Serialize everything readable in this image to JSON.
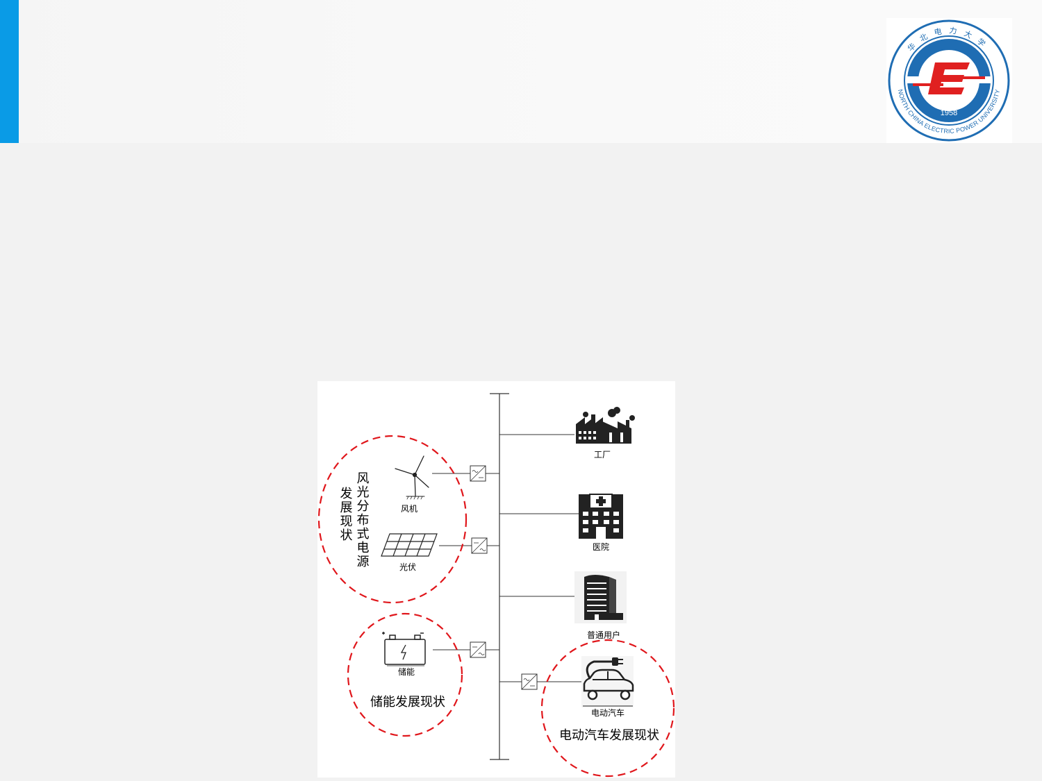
{
  "header": {
    "accent_color": "#0a9be6",
    "logo": {
      "arc_text": "华北电力大学",
      "english_text": "NORTH CHINA ELECTRIC POWER UNIVERSITY",
      "year": "1958",
      "ring_color": "#1f6db3",
      "emblem_red": "#e02020"
    }
  },
  "diagram": {
    "circle_color": "#e0161b",
    "groups": {
      "wind_solar": "风光分布式电源发展现状",
      "wind_solar_line1": "风光分布式电源",
      "wind_solar_line2": "发展现状",
      "storage": "储能发展现状",
      "ev": "电动汽车发展现状"
    },
    "sources": [
      {
        "name": "风机",
        "icon": "wind-turbine-icon"
      },
      {
        "name": "光伏",
        "icon": "solar-panel-icon"
      },
      {
        "name": "储能",
        "icon": "battery-icon"
      }
    ],
    "loads": [
      {
        "name": "工厂",
        "icon": "factory-icon"
      },
      {
        "name": "医院",
        "icon": "hospital-icon"
      },
      {
        "name": "普通用户",
        "icon": "residential-building-icon"
      },
      {
        "name": "电动汽车",
        "icon": "electric-car-icon"
      }
    ]
  }
}
